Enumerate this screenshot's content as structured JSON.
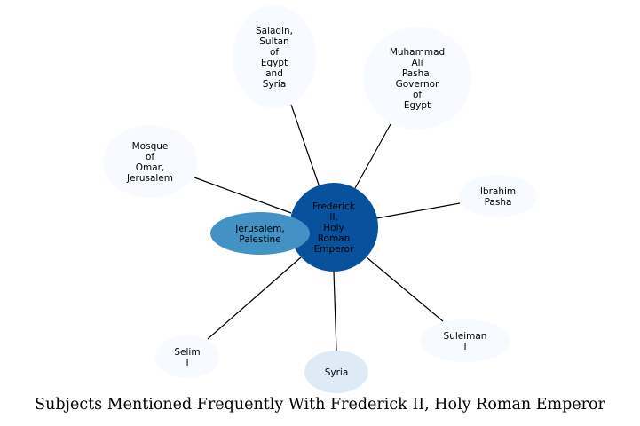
{
  "title": "Subjects Mentioned Frequently With Frederick II, Holy Roman Emperor",
  "colors": {
    "edge": "#000000",
    "center_fill": "#08519c",
    "strong_fill": "#4292c6",
    "medium_fill": "#deebf7",
    "light_fill": "#f7fbff"
  },
  "center": {
    "label": "Frederick II, Holy Roman Emperor",
    "lines": [
      "Frederick",
      "II,",
      "Holy",
      "Roman",
      "Emperor"
    ]
  },
  "nodes": [
    {
      "id": "saladin",
      "label": "Saladin, Sultan of Egypt and Syria",
      "lines": [
        "Saladin,",
        "Sultan",
        "of",
        "Egypt",
        "and",
        "Syria"
      ],
      "level": "light"
    },
    {
      "id": "muhammad-ali",
      "label": "Muhammad Ali Pasha, Governor of Egypt",
      "lines": [
        "Muhammad",
        "Ali",
        "Pasha,",
        "Governor",
        "of",
        "Egypt"
      ],
      "level": "light"
    },
    {
      "id": "mosque-of-omar",
      "label": "Mosque of Omar, Jerusalem",
      "lines": [
        "Mosque",
        "of",
        "Omar,",
        "Jerusalem"
      ],
      "level": "light"
    },
    {
      "id": "ibrahim-pasha",
      "label": "Ibrahim Pasha",
      "lines": [
        "Ibrahim",
        "Pasha"
      ],
      "level": "light"
    },
    {
      "id": "jerusalem",
      "label": "Jerusalem, Palestine",
      "lines": [
        "Jerusalem,",
        "Palestine"
      ],
      "level": "strong"
    },
    {
      "id": "selim",
      "label": "Selim I",
      "lines": [
        "Selim",
        "I"
      ],
      "level": "light"
    },
    {
      "id": "syria",
      "label": "Syria",
      "lines": [
        "Syria"
      ],
      "level": "medium"
    },
    {
      "id": "suleiman",
      "label": "Suleiman I",
      "lines": [
        "Suleiman",
        "I"
      ],
      "level": "light"
    }
  ]
}
